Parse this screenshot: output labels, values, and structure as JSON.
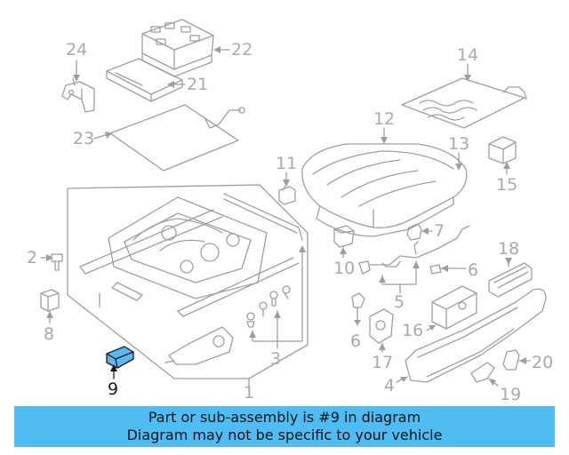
{
  "diagram": {
    "labels": {
      "n1": "1",
      "n2": "2",
      "n3": "3",
      "n4": "4",
      "n5": "5",
      "n6a": "6",
      "n6b": "6",
      "n7": "7",
      "n8": "8",
      "n9": "9",
      "n10": "10",
      "n11": "11",
      "n12": "12",
      "n13": "13",
      "n14": "14",
      "n15": "15",
      "n16": "16",
      "n17": "17",
      "n18": "18",
      "n19": "19",
      "n20": "20",
      "n21": "21",
      "n22": "22",
      "n23": "23",
      "n24": "24"
    },
    "highlight_part": "9",
    "colors": {
      "line": "#9e9e9e",
      "label": "#a9a9a9",
      "highlight": "#5cb8ee",
      "banner": "#4fbdf3"
    }
  },
  "banner": {
    "line1": "Part or sub-assembly is #9 in diagram",
    "line2": "Diagram may not be specific to your vehicle"
  }
}
